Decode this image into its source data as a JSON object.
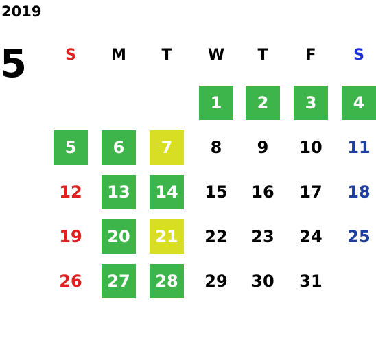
{
  "calendar": {
    "year": "2019",
    "month": "5",
    "weekdays": [
      {
        "label": "S",
        "kind": "sun"
      },
      {
        "label": "M",
        "kind": "weekday"
      },
      {
        "label": "T",
        "kind": "weekday"
      },
      {
        "label": "W",
        "kind": "weekday"
      },
      {
        "label": "T",
        "kind": "weekday"
      },
      {
        "label": "F",
        "kind": "weekday"
      },
      {
        "label": "S",
        "kind": "sat"
      }
    ],
    "days": [
      {
        "day": "1",
        "highlight": "green"
      },
      {
        "day": "2",
        "highlight": "green"
      },
      {
        "day": "3",
        "highlight": "green"
      },
      {
        "day": "4",
        "highlight": "green"
      },
      {
        "day": "5",
        "highlight": "green"
      },
      {
        "day": "6",
        "highlight": "green"
      },
      {
        "day": "7",
        "highlight": "yellow"
      },
      {
        "day": "8",
        "highlight": "none"
      },
      {
        "day": "9",
        "highlight": "none"
      },
      {
        "day": "10",
        "highlight": "none"
      },
      {
        "day": "11",
        "highlight": "none"
      },
      {
        "day": "12",
        "highlight": "none"
      },
      {
        "day": "13",
        "highlight": "green"
      },
      {
        "day": "14",
        "highlight": "green"
      },
      {
        "day": "15",
        "highlight": "none"
      },
      {
        "day": "16",
        "highlight": "none"
      },
      {
        "day": "17",
        "highlight": "none"
      },
      {
        "day": "18",
        "highlight": "none"
      },
      {
        "day": "19",
        "highlight": "none"
      },
      {
        "day": "20",
        "highlight": "green"
      },
      {
        "day": "21",
        "highlight": "yellow"
      },
      {
        "day": "22",
        "highlight": "none"
      },
      {
        "day": "23",
        "highlight": "none"
      },
      {
        "day": "24",
        "highlight": "none"
      },
      {
        "day": "25",
        "highlight": "none"
      },
      {
        "day": "26",
        "highlight": "none"
      },
      {
        "day": "27",
        "highlight": "green"
      },
      {
        "day": "28",
        "highlight": "green"
      },
      {
        "day": "29",
        "highlight": "none"
      },
      {
        "day": "30",
        "highlight": "none"
      },
      {
        "day": "31",
        "highlight": "none"
      }
    ],
    "first_weekday_index": 3
  },
  "colors": {
    "sunday": "#e02020",
    "saturday_header": "#1a2fd6",
    "saturday": "#1f3f9e",
    "weekday": "#000000",
    "green_highlight": "#3db54a",
    "yellow_highlight": "#d7de24"
  }
}
